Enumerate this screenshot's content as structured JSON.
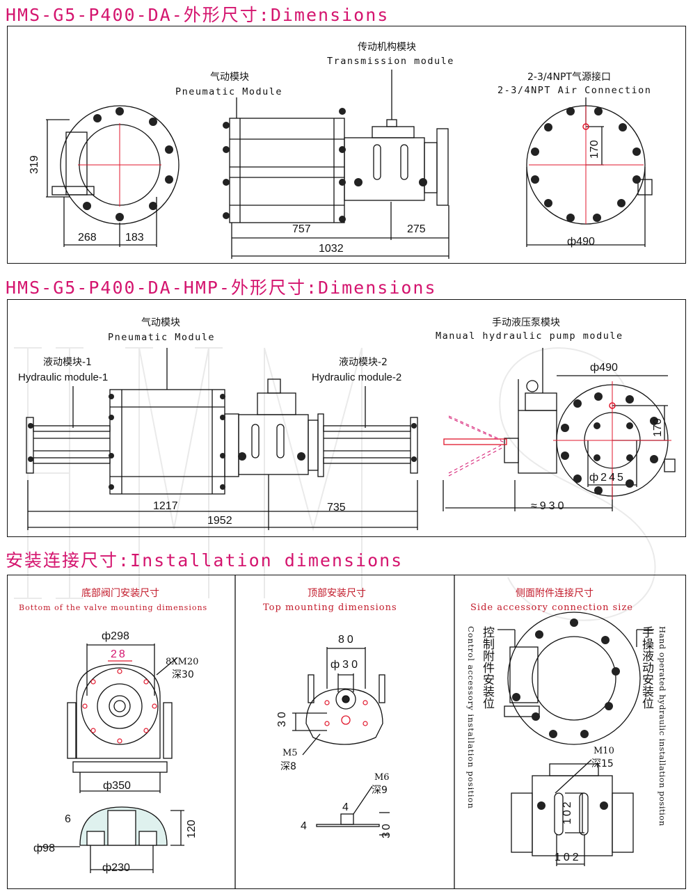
{
  "section1": {
    "title": "HMS-G5-P400-DA-外形尺寸:Dimensions",
    "transmission_zh": "传动机构模块",
    "transmission_en": "Transmission module",
    "pneumatic_zh": "气动模块",
    "pneumatic_en": "Pneumatic Module",
    "air_zh": "2-3/4NPT气源接口",
    "air_en": "2-3/4NPT Air Connection",
    "dims": {
      "d319": "319",
      "d268": "268",
      "d183": "183",
      "d757": "757",
      "d275": "275",
      "d1032": "1032",
      "d170": "170",
      "d490": "ф490"
    }
  },
  "section2": {
    "title": "HMS-G5-P400-DA-HMP-外形尺寸:Dimensions",
    "pneumatic_zh": "气动模块",
    "pneumatic_en": "Pneumatic Module",
    "hyd1_zh": "液动模块-1",
    "hyd1_en": "Hydraulic module-1",
    "hyd2_zh": "液动模块-2",
    "hyd2_en": "Hydraulic module-2",
    "pump_zh": "手动液压泵模块",
    "pump_en": "Manual hydraulic pump module",
    "dims": {
      "d1217": "1217",
      "d735": "735",
      "d1952": "1952",
      "d930": "≈930",
      "d490": "ф490",
      "d170": "170",
      "d245": "ф245"
    }
  },
  "section3": {
    "title": "安装连接尺寸:Installation dimensions",
    "bottom_zh": "底部阀门安装尺寸",
    "bottom_en": "Bottom of the valve mounting dimensions",
    "top_zh": "顶部安装尺寸",
    "top_en": "Top mounting dimensions",
    "side_zh": "侧面附件连接尺寸",
    "side_en": "Side accessory connection size",
    "control_zh": "控制附件安装位",
    "control_en": "Control accessory installation position",
    "hand_zh": "手操液动安装位",
    "hand_en": "Hand operated hydraulic installation position",
    "bottom_dims": {
      "d298": "ф298",
      "d28": "28",
      "bolt": "8XM20",
      "depth": "深30",
      "d350": "ф350",
      "d6": "6",
      "d120": "120",
      "d98": "ф98",
      "d230": "ф230"
    },
    "top_dims": {
      "d80": "80",
      "d30a": "ф30",
      "d30b": "30",
      "m5": "M5",
      "depth8": "深8",
      "m6": "M6",
      "depth9": "深9",
      "d4a": "4",
      "d4b": "4",
      "d30c": "30"
    },
    "side_dims": {
      "m10": "M10",
      "depth15": "深15",
      "d102a": "102",
      "d102b": "102"
    }
  },
  "watermark": "HMS",
  "colors": {
    "accent": "#d4146e",
    "line": "#111111",
    "red_mark": "#e0162b"
  }
}
